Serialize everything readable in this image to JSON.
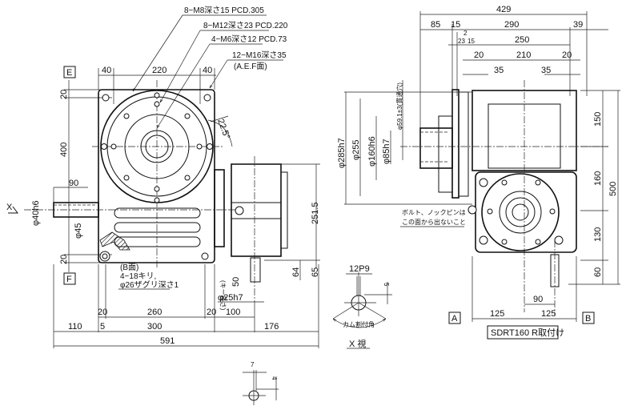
{
  "front_view": {
    "callouts": [
      "8−M8深さ15  PCD.305",
      "8−M12深さ23  PCD.220",
      "4−M6深さ12  PCD.73",
      "12−M16深さ35",
      "(A.E.F面)"
    ],
    "top_dims": [
      "40",
      "220",
      "40"
    ],
    "left_dims": [
      "20",
      "400",
      "20"
    ],
    "shaft_dims": [
      "90",
      "φ40h6",
      "φ45"
    ],
    "angle": "22.5°",
    "bottom_note": [
      "(B面)",
      "4−18キリ,",
      "φ26ザグリ深さ1"
    ],
    "bottom_dims_row1": [
      "20",
      "260",
      "20",
      "100"
    ],
    "bottom_dims_row2": [
      "110",
      "5",
      "300",
      "176"
    ],
    "overall_width": "591",
    "right_dims": [
      "251.5",
      "64",
      "65"
    ],
    "key_dims": [
      "(キー長さ)",
      "50",
      "φ25h7"
    ],
    "face_labels": [
      "E",
      "F"
    ],
    "view_arrow": "X"
  },
  "side_view": {
    "top_dims_row1": [
      "429"
    ],
    "top_dims_row2": [
      "85",
      "15",
      "290",
      "39"
    ],
    "top_dims_row3": [
      "2",
      "23",
      "15",
      "250"
    ],
    "top_dims_row4": [
      "20",
      "210",
      "20"
    ],
    "top_dims_row5": [
      "35",
      "35"
    ],
    "left_dims": [
      "φ285h7",
      "φ255",
      "φ160h6",
      "φ85h7",
      "φ59.1±3(貫通穴)"
    ],
    "note": [
      "ボルト、ノックピンは",
      "この面から出ないこと"
    ],
    "right_dims": [
      "150",
      "160",
      "130",
      "60",
      "500"
    ],
    "bottom_dims": [
      "90",
      "125",
      "125"
    ],
    "face_labels": [
      "A",
      "B"
    ],
    "model_label": "SDRT160  R取付け"
  },
  "x_view": {
    "dims": [
      "12P9",
      "5"
    ],
    "arc_label": "カム割付角",
    "title": "X  視"
  },
  "key_detail": {
    "dims": [
      "7",
      "4"
    ]
  }
}
